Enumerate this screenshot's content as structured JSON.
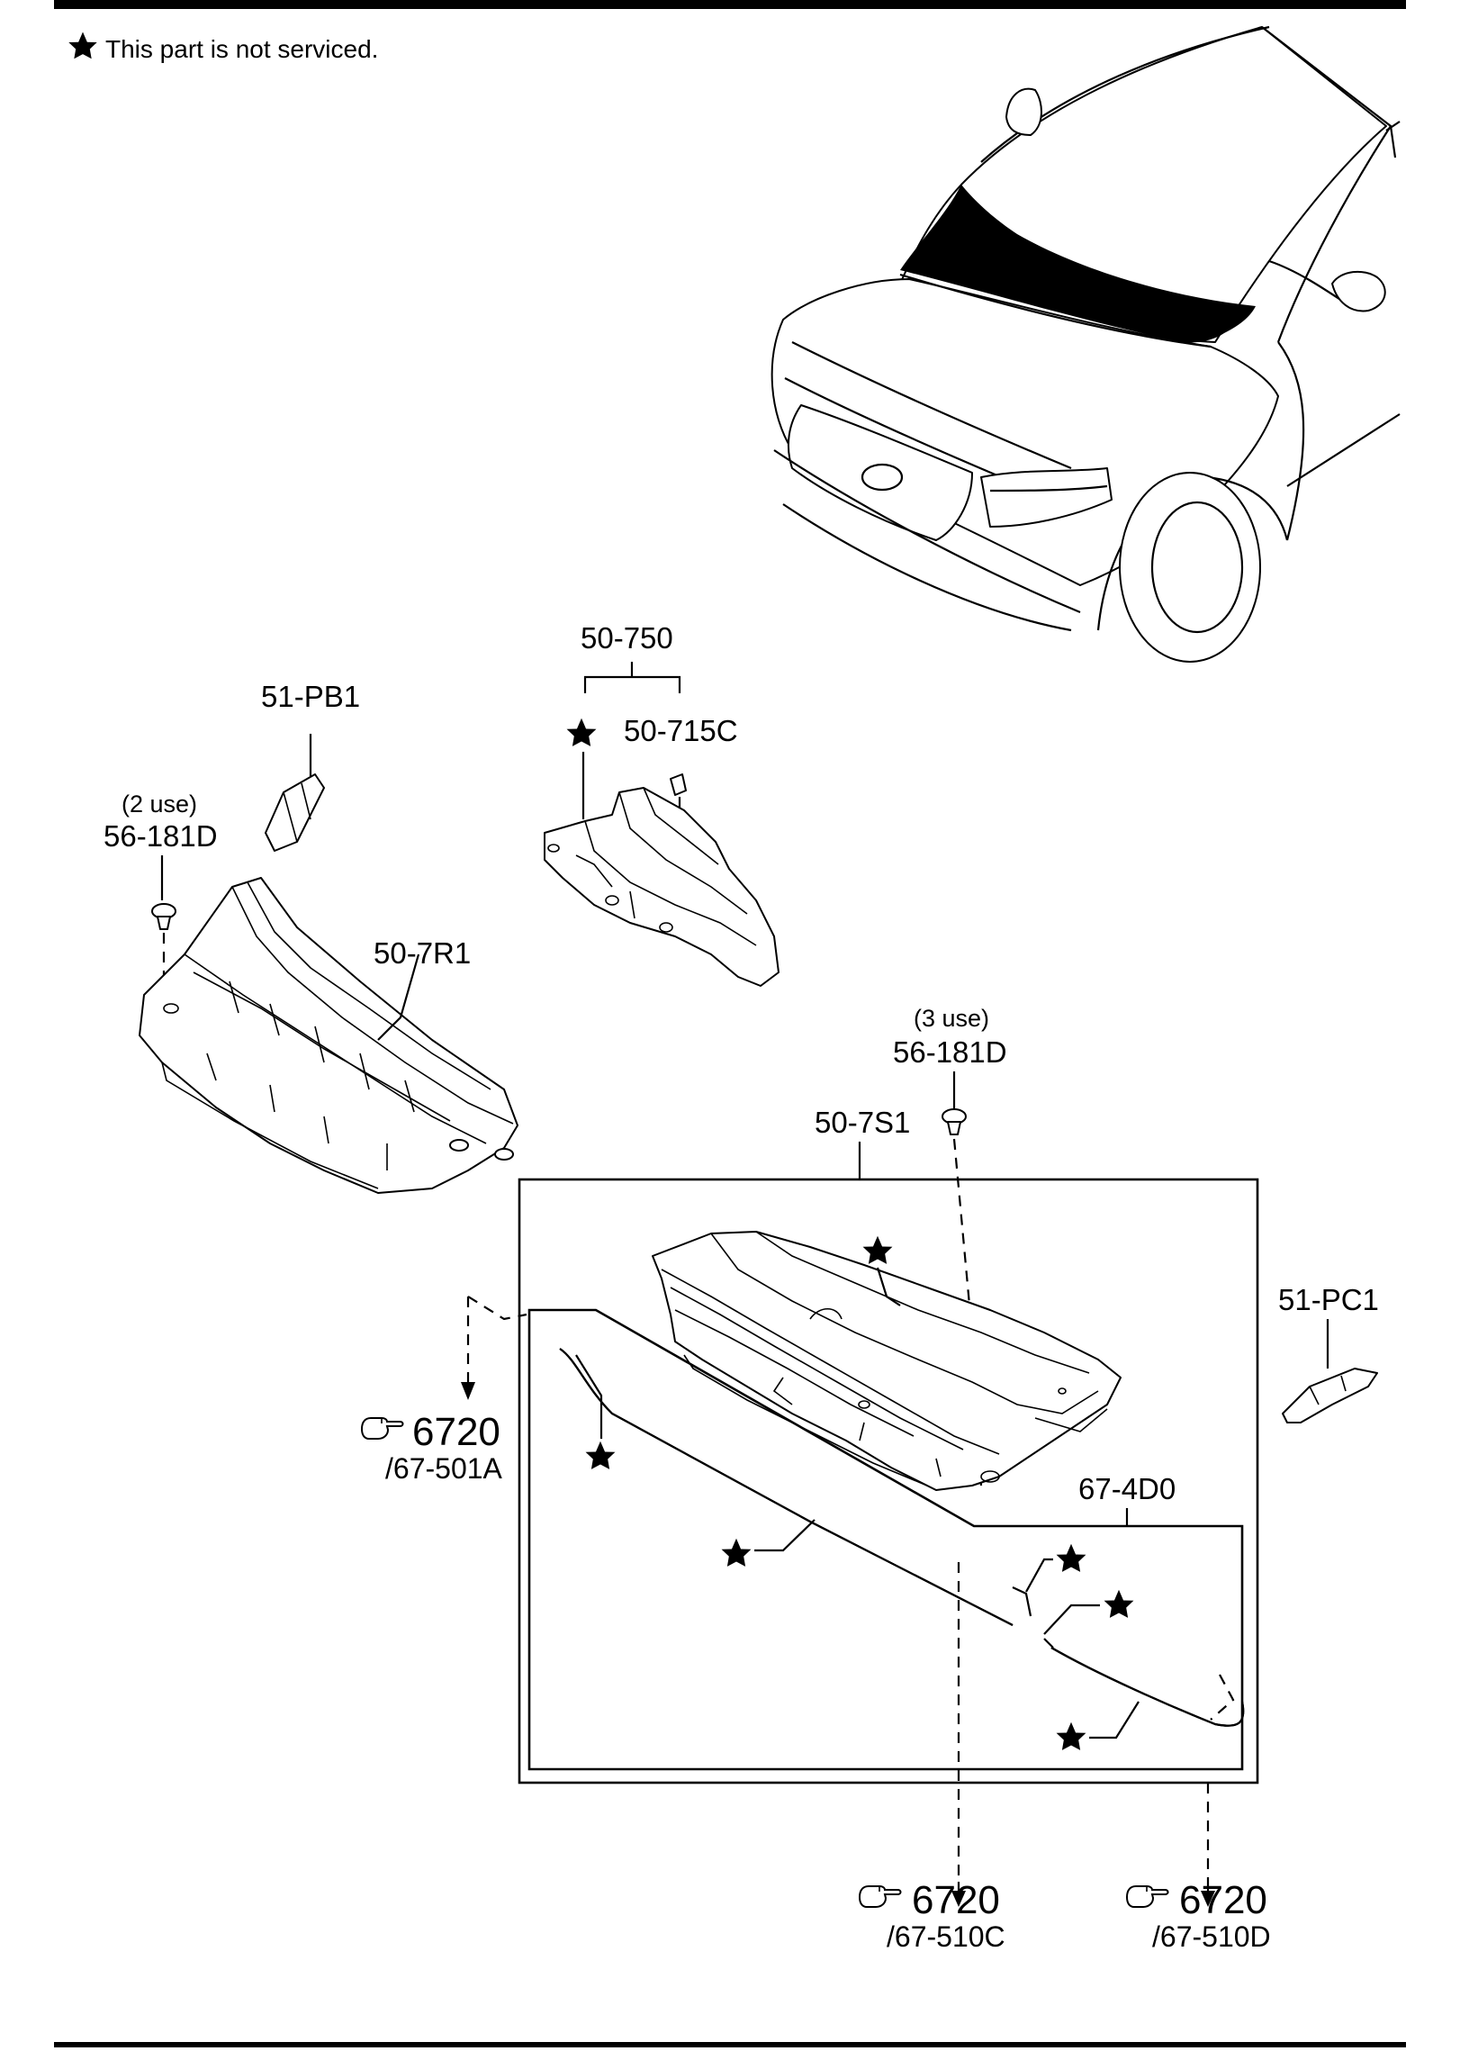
{
  "note": {
    "symbol": "★",
    "text": "This part is not serviced."
  },
  "labels": {
    "p50_750": "50-750",
    "p50_715C": "50-715C",
    "p51_PB1": "51-PB1",
    "qty_2use": "(2 use)",
    "p56_181D_left": "56-181D",
    "p50_7R1": "50-7R1",
    "qty_3use": "(3 use)",
    "p56_181D_right": "56-181D",
    "p50_7S1": "50-7S1",
    "p51_PC1": "51-PC1",
    "p67_4D0": "67-4D0"
  },
  "references": [
    {
      "number": "6720",
      "sub": "/67-501A"
    },
    {
      "number": "6720",
      "sub": "/67-510C"
    },
    {
      "number": "6720",
      "sub": "/67-510D"
    }
  ],
  "not_serviced_symbol": "★",
  "colors": {
    "line": "#000000",
    "background": "#ffffff",
    "highlight": "#000000"
  },
  "icons": [
    "hand-pointer-icon",
    "star-icon"
  ]
}
